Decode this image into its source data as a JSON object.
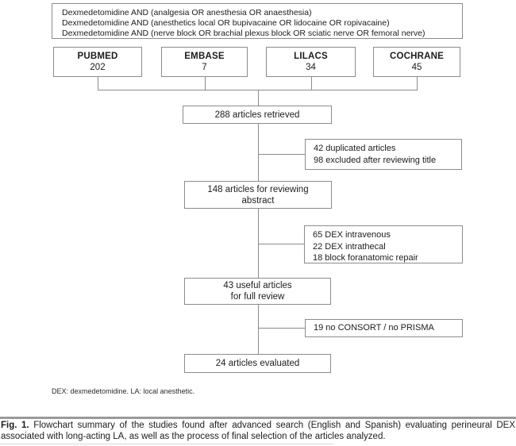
{
  "flowchart": {
    "query_box": {
      "lines": [
        "Dexmedetomidine AND (analgesia OR anesthesia OR anaesthesia)",
        "Dexmedetomidine AND (anesthetics local OR bupivacaine OR lidocaine OR ropivacaine)",
        "Dexmedetomidine AND (nerve block OR brachial plexus block OR sciatic nerve OR femoral nerve)"
      ]
    },
    "databases": [
      {
        "name": "PUBMED",
        "count": "202"
      },
      {
        "name": "EMBASE",
        "count": "7"
      },
      {
        "name": "LILACS",
        "count": "34"
      },
      {
        "name": "COCHRANE",
        "count": "45"
      }
    ],
    "steps": {
      "retrieved": "288 articles retrieved",
      "abstract_line1": "148 articles for reviewing",
      "abstract_line2": "abstract",
      "full_review_line1": "43 useful articles",
      "full_review_line2": "for full review",
      "evaluated": "24 articles evaluated"
    },
    "exclusions": {
      "after_retrieval": {
        "lines": [
          "42 duplicated articles",
          "98 excluded after reviewing title"
        ]
      },
      "after_abstract": {
        "lines": [
          "65 DEX intravenous",
          "22 DEX intrathecal",
          "18 block foranatomic repair"
        ]
      },
      "after_full_review": {
        "lines": [
          "19 no CONSORT / no PRISMA"
        ]
      }
    }
  },
  "footnote": "DEX: dexmedetomidine. LA: local anesthetic.",
  "caption": {
    "fig_label": "Fig. 1.",
    "text": " Flowchart summary of the studies found after advanced search (English and Spanish) evaluating perineural DEX associated with long-acting LA, as well as the process of final selection of the articles analyzed."
  },
  "colors": {
    "border_gray": "#8c8c8c",
    "rule_gray": "#9a9a9a",
    "text": "#1c1c1c",
    "background": "#ffffff"
  }
}
